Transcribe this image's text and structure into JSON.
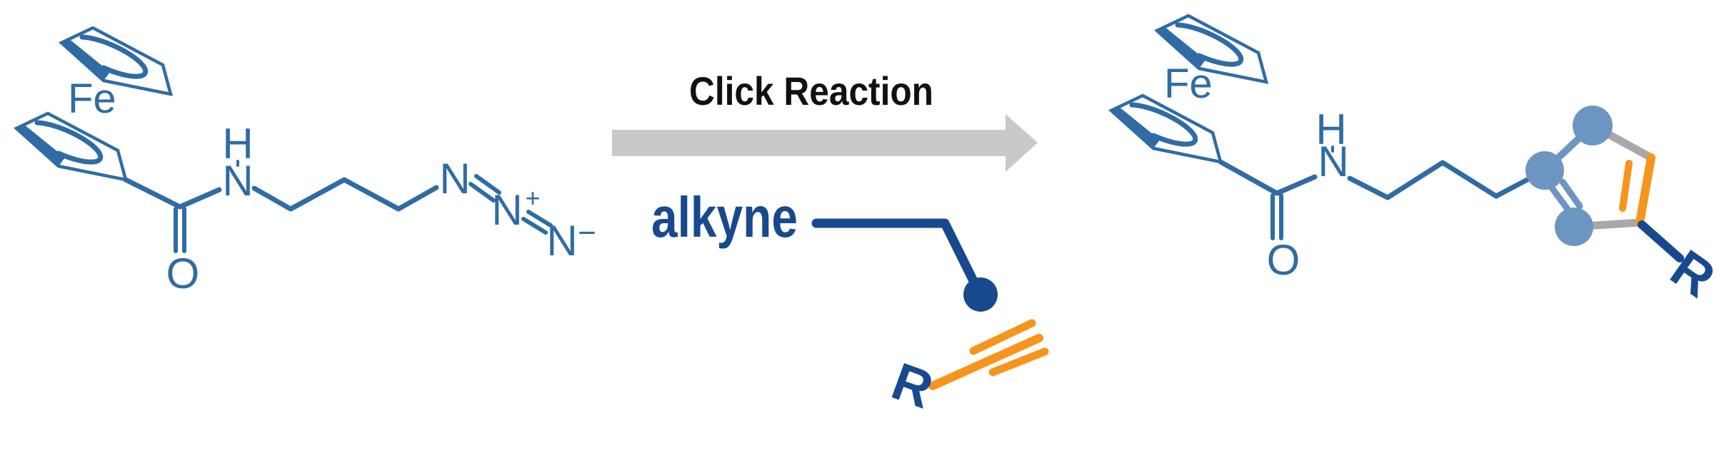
{
  "colors": {
    "molecule-blue": "#2f6ca5",
    "navy": "#17498f",
    "steel-blue": "#6d95c1",
    "orange": "#f7941e",
    "bond-gray": "#a8a8a8",
    "arrow-gray": "#c9c9c9",
    "text-black": "#111111"
  },
  "reaction": {
    "title": "Click Reaction"
  },
  "reagent": {
    "label": "alkyne",
    "r_group": "R"
  },
  "reactant": {
    "fe": "Fe",
    "amide_h": "H",
    "amide_n": "N",
    "carbonyl_o": "O",
    "azide": {
      "n1": "N",
      "n2": "N",
      "n2_charge": "+",
      "n3": "N",
      "n3_charge": "−"
    }
  },
  "product": {
    "fe": "Fe",
    "amide_h": "H",
    "amide_n": "N",
    "carbonyl_o": "O",
    "r_group": "R"
  }
}
